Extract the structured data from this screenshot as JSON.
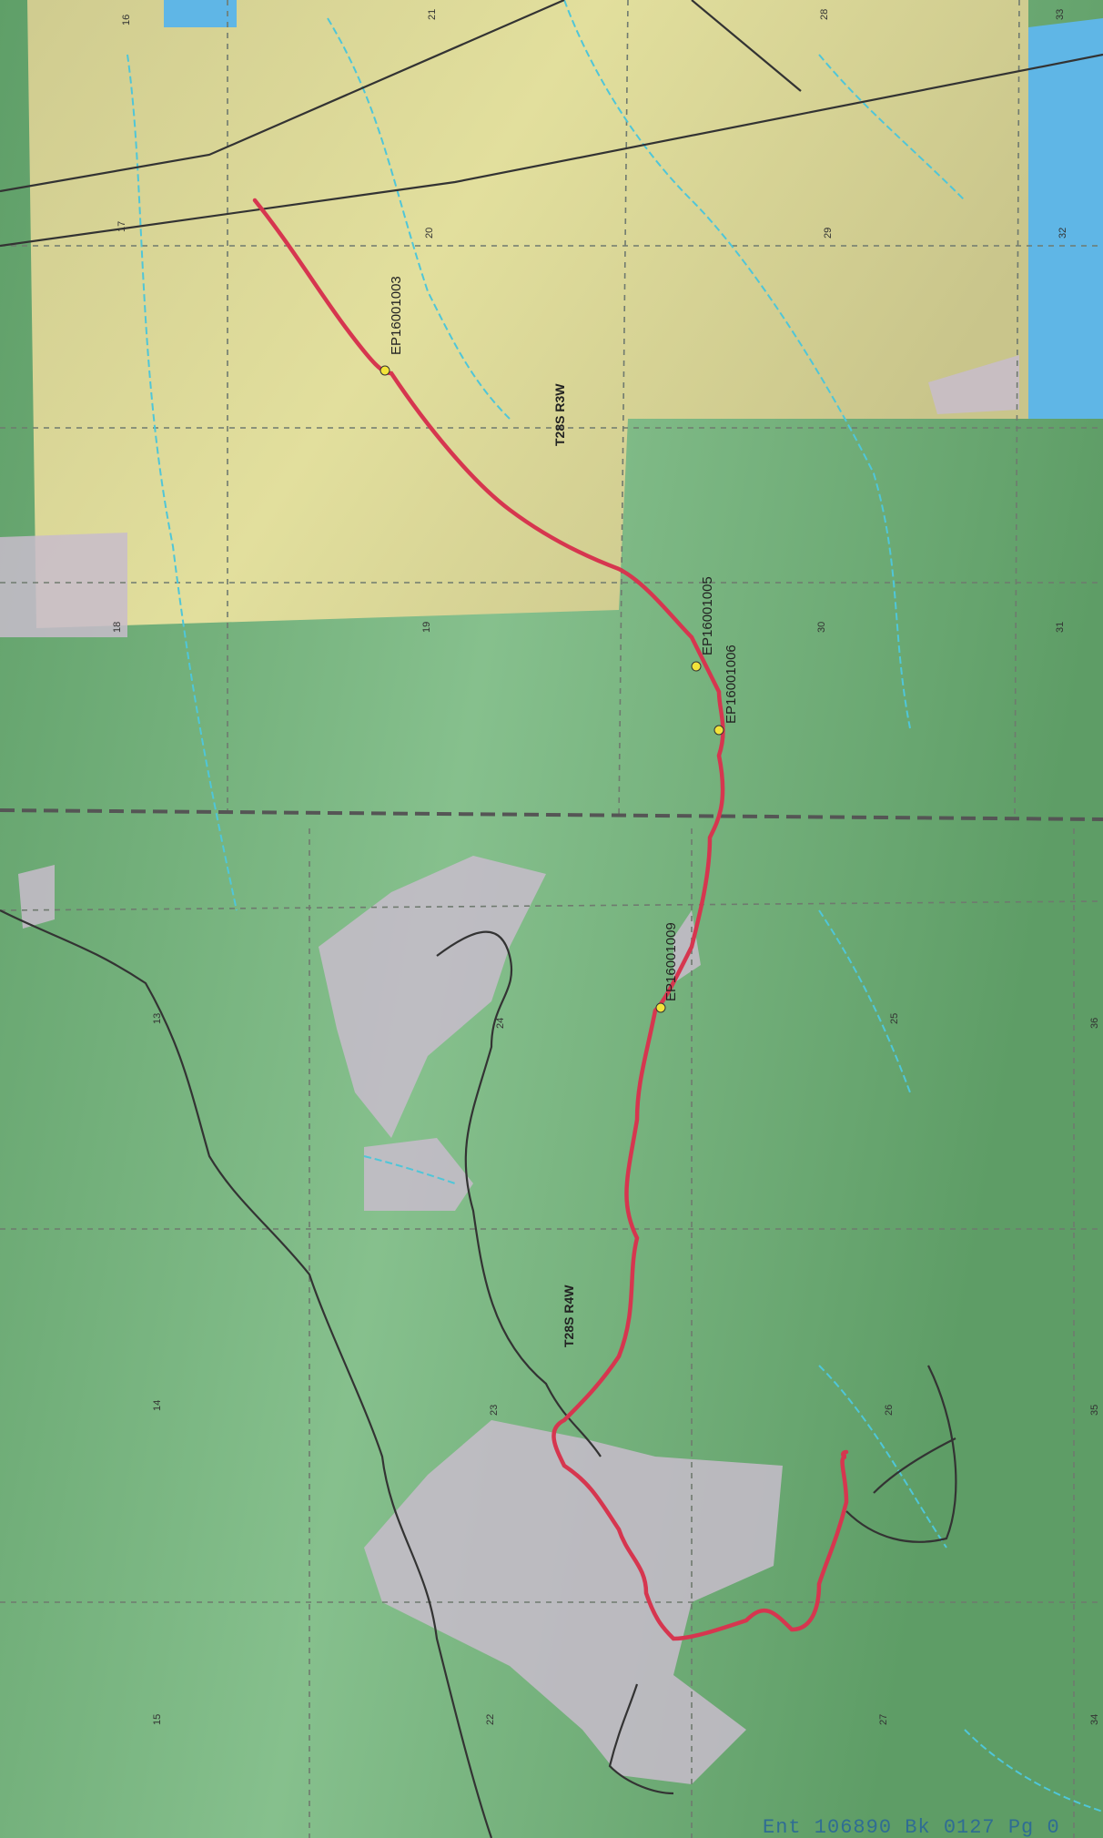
{
  "map": {
    "township_labels": [
      "T28S R3W",
      "T28S R4W"
    ],
    "sections": {
      "top_edge": [
        "16",
        "21",
        "28",
        "33"
      ],
      "row_1": [
        "17",
        "20",
        "29",
        "32"
      ],
      "row_2": [
        "18",
        "19",
        "30",
        "31"
      ],
      "row_3": [
        "13",
        "24",
        "25",
        "36"
      ],
      "row_4": [
        "14",
        "23",
        "26",
        "35"
      ],
      "row_5": [
        "15",
        "22",
        "27",
        "34"
      ]
    },
    "point_labels": [
      "EP16001003",
      "EP16001005",
      "EP16001006",
      "EP16001009"
    ],
    "recording_stamp": "Ent 106890 Bk 0127 Pg 0",
    "colors": {
      "ownership_yellow": "#d8d59a",
      "ownership_blue": "#5fb6e6",
      "forest_green": "#6fb07a",
      "private_gray": "#c8bccb",
      "route_red": "#d6364f",
      "point_yellow": "#f2e33a",
      "stream_cyan": "#4fc6d8"
    }
  }
}
